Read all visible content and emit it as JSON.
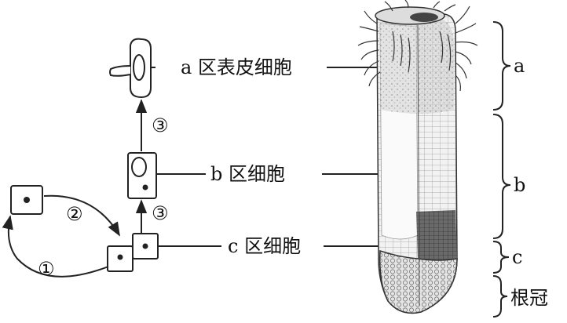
{
  "diagram": {
    "labels": {
      "a_cell": "a 区表皮细胞",
      "b_cell": "b 区细胞",
      "c_cell": "c 区细胞"
    },
    "steps": {
      "step1": "①",
      "step2": "②",
      "step3_upper": "③",
      "step3_lower": "③"
    },
    "zones": {
      "a": "a",
      "b": "b",
      "c": "c",
      "cap": "根冠"
    }
  }
}
